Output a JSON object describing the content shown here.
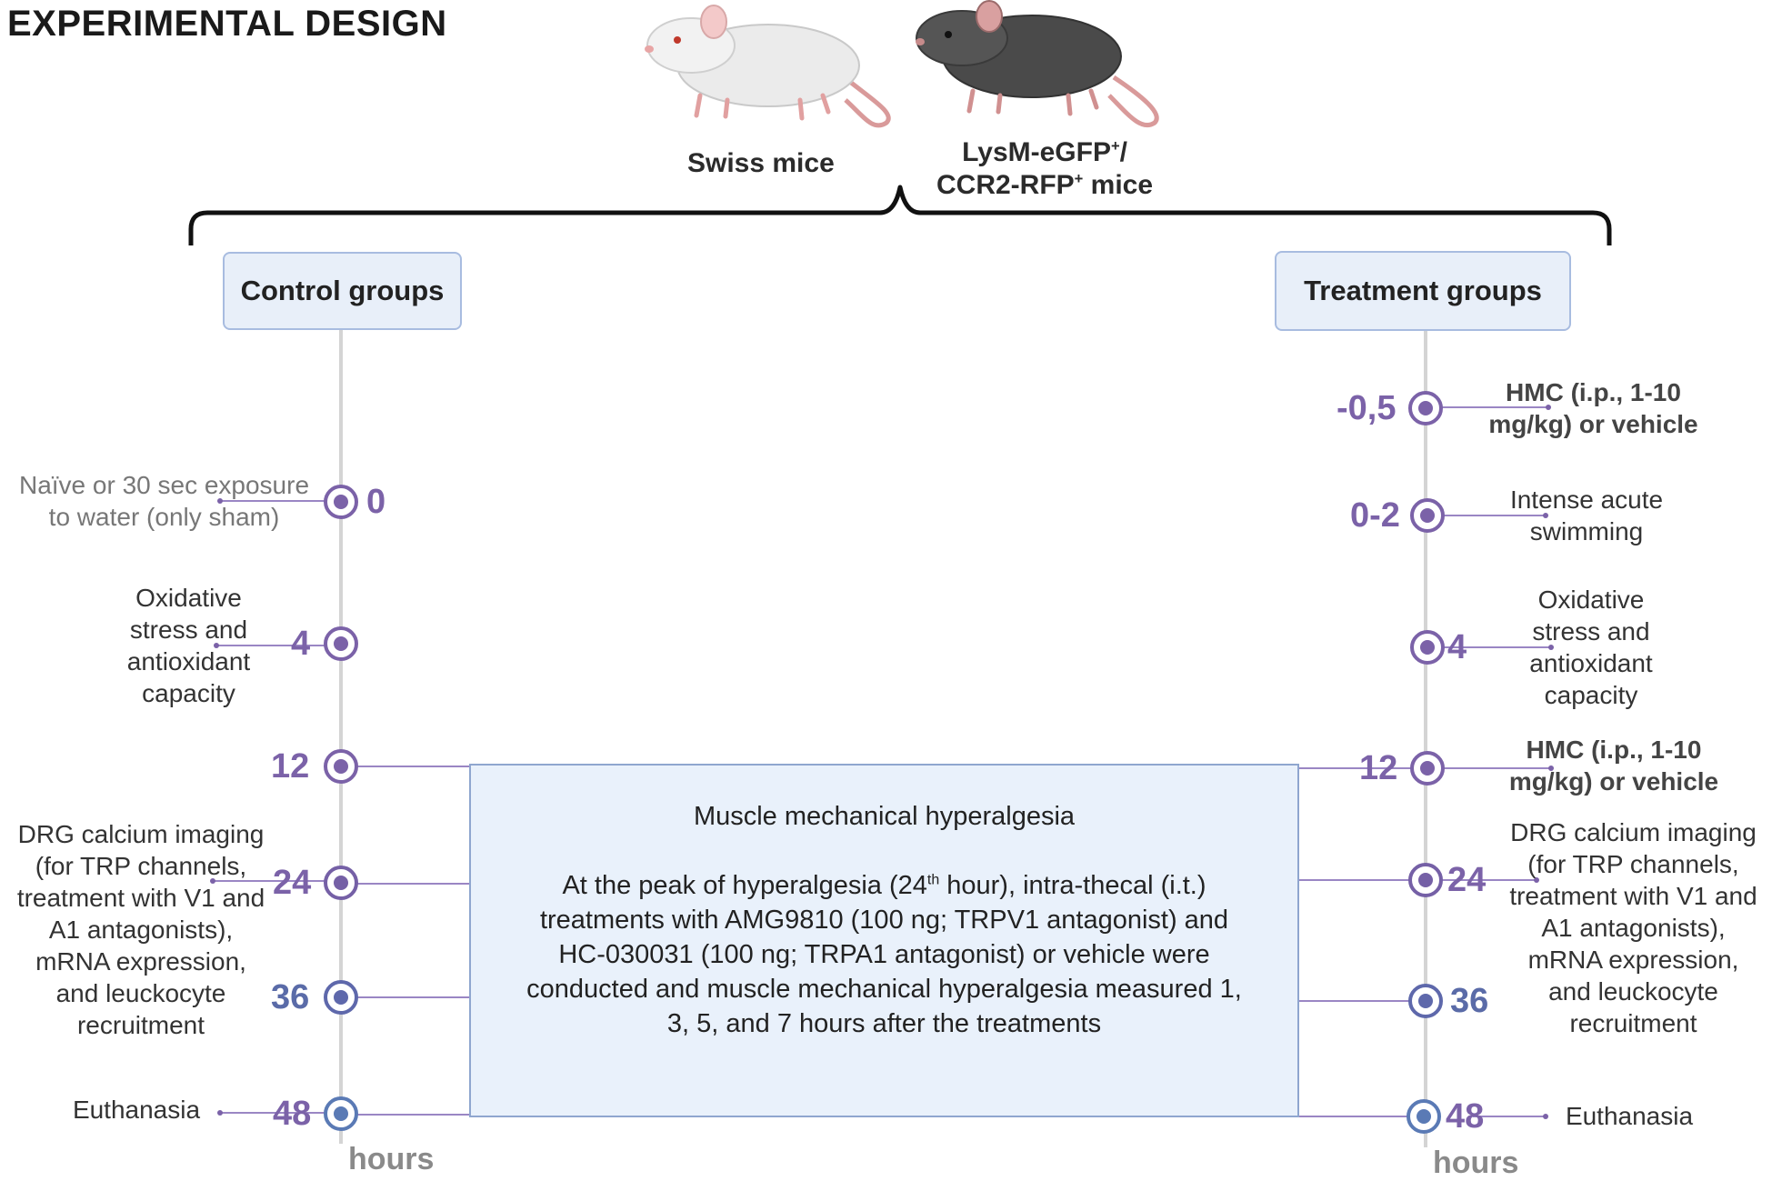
{
  "title": "EXPERIMENTAL DESIGN",
  "mice": {
    "swiss": "Swiss mice",
    "lysm_line1_main": "LysM-eGFP",
    "lysm_line1_sup": "+",
    "lysm_line1_tail": "/",
    "lysm_line2_main": "CCR2-RFP",
    "lysm_line2_sup": "+",
    "lysm_line2_tail": " mice"
  },
  "control": {
    "header": "Control groups",
    "times": [
      "0",
      "4",
      "12",
      "24",
      "36",
      "48"
    ],
    "annotations": {
      "t0_l1": "Naïve or 30 sec exposure",
      "t0_l2": "to water (only sham)",
      "t4_l1": "Oxidative",
      "t4_l2": "stress and",
      "t4_l3": "antioxidant",
      "t4_l4": "capacity",
      "t24_l1": "DRG calcium imaging",
      "t24_l2": "(for TRP channels,",
      "t24_l3": "treatment with V1 and",
      "t24_l4": "A1 antagonists),",
      "t24_l5": "mRNA expression,",
      "t24_l6": "and leuckocyte",
      "t24_l7": "recruitment",
      "t48": "Euthanasia"
    },
    "axis_unit": "hours"
  },
  "treatment": {
    "header": "Treatment groups",
    "times": [
      "-0,5",
      "0-2",
      "4",
      "12",
      "24",
      "36",
      "48"
    ],
    "annotations": {
      "tm05_l1": "HMC (i.p., 1-10",
      "tm05_l2": "mg/kg) or vehicle",
      "t02_l1": "Intense acute",
      "t02_l2": "swimming",
      "t4_l1": "Oxidative",
      "t4_l2": "stress and",
      "t4_l3": "antioxidant",
      "t4_l4": "capacity",
      "t12_l1": "HMC (i.p., 1-10",
      "t12_l2": "mg/kg) or vehicle",
      "t24_l1": "DRG calcium imaging",
      "t24_l2": "(for TRP channels,",
      "t24_l3": "treatment with V1 and",
      "t24_l4": "A1 antagonists),",
      "t24_l5": "mRNA expression,",
      "t24_l6": "and leuckocyte",
      "t24_l7": "recruitment",
      "t48": "Euthanasia"
    },
    "axis_unit": "hours"
  },
  "center_box": {
    "heading": "Muscle mechanical hyperalgesia",
    "body_pre": "At the peak of hyperalgesia (24",
    "body_sup": "th",
    "body_post": " hour), intra-thecal (i.t.) treatments with AMG9810 (100 ng; TRPV1 antagonist) and HC-030031 (100 ng; TRPA1 antagonist) or vehicle were conducted and muscle mechanical hyperalgesia measured 1, 3, 5, and 7 hours after the treatments"
  },
  "colors": {
    "marker_purple": "#7b62a8",
    "marker_blue": "#5a6ba8",
    "timeline_gray": "#d4d4d4",
    "box_fill": "#e9f1fb",
    "box_border": "#8fa6cf"
  }
}
